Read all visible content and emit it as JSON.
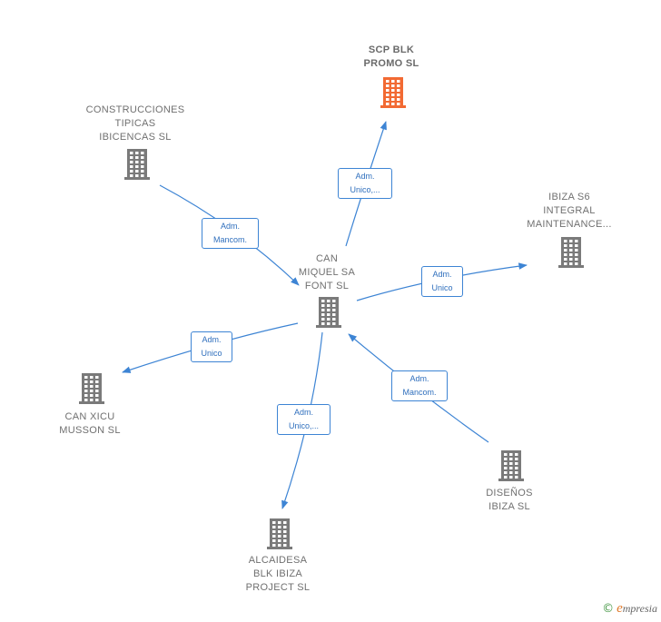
{
  "colors": {
    "edge": "#3d84d4",
    "building": "#7a7a7a",
    "building_highlight": "#f26a33",
    "label": "#707070",
    "edge_label_text": "#2f6fbd"
  },
  "nodes": [
    {
      "id": "can_miquel",
      "name": "CAN\nMIQUEL SA\nFONT  SL",
      "icon": "building-icon",
      "highlight": false
    },
    {
      "id": "scp_blk",
      "name": "SCP BLK\nPROMO  SL",
      "icon": "building-icon",
      "highlight": true
    },
    {
      "id": "construcciones",
      "name": "CONSTRUCCIONES\nTIPICAS\nIBICENCAS SL",
      "icon": "building-icon",
      "highlight": false
    },
    {
      "id": "ibiza_s6",
      "name": "IBIZA S6\nINTEGRAL\nMAINTENANCE...",
      "icon": "building-icon",
      "highlight": false
    },
    {
      "id": "can_xicu",
      "name": "CAN XICU\nMUSSON  SL",
      "icon": "building-icon",
      "highlight": false
    },
    {
      "id": "alcaidesa",
      "name": "ALCAIDESA\nBLK IBIZA\nPROJECT  SL",
      "icon": "building-icon",
      "highlight": false
    },
    {
      "id": "disenos",
      "name": "DISEÑOS\nIBIZA  SL",
      "icon": "building-icon",
      "highlight": false
    }
  ],
  "edges": [
    {
      "from": "can_miquel",
      "to": "scp_blk",
      "label": "Adm.\nUnico,..."
    },
    {
      "from": "construcciones",
      "to": "can_miquel",
      "label": "Adm.\nMancom."
    },
    {
      "from": "can_miquel",
      "to": "ibiza_s6",
      "label": "Adm.\nUnico"
    },
    {
      "from": "can_miquel",
      "to": "can_xicu",
      "label": "Adm.\nUnico"
    },
    {
      "from": "can_miquel",
      "to": "alcaidesa",
      "label": "Adm.\nUnico,..."
    },
    {
      "from": "disenos",
      "to": "can_miquel",
      "label": "Adm.\nMancom."
    }
  ],
  "footer": {
    "copyright": "©",
    "brand_initial": "e",
    "brand_rest": "mpresia"
  }
}
